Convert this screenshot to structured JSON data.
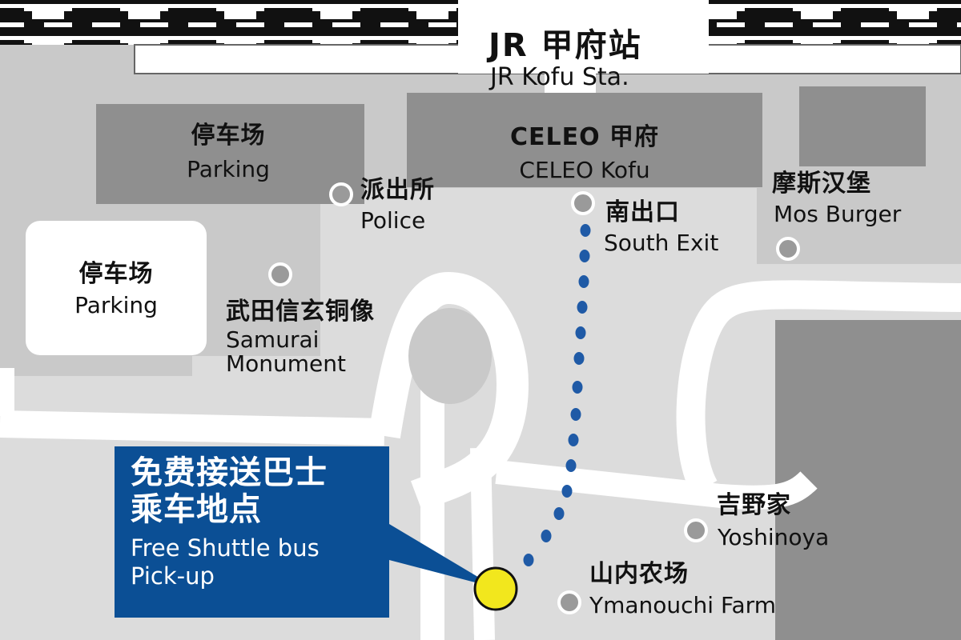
{
  "station": {
    "name_zh": "JR 甲府站",
    "name_en": "JR Kofu Sta."
  },
  "places": {
    "parking_top": {
      "zh": "停车场",
      "en": "Parking"
    },
    "celeo": {
      "zh": "CELEO 甲府",
      "en": "CELEO Kofu"
    },
    "police": {
      "zh": "派出所",
      "en": "Police"
    },
    "south_exit": {
      "zh": "南出口",
      "en": "South Exit"
    },
    "mos_burger": {
      "zh": "摩斯汉堡",
      "en": "Mos Burger"
    },
    "parking_left": {
      "zh": "停车场",
      "en": "Parking"
    },
    "samurai": {
      "zh": "武田信玄铜像",
      "en_line1": "Samurai",
      "en_line2": "Monument"
    },
    "yoshinoya": {
      "zh": "吉野家",
      "en": "Yoshinoya"
    },
    "farm": {
      "zh": "山内农场",
      "en": "Ymanouchi Farm"
    }
  },
  "pickup": {
    "zh_line1": "免费接送巴士",
    "zh_line2": "乘车地点",
    "en_line1": "Free Shuttle bus",
    "en_line2": "Pick-up"
  },
  "colors": {
    "route": "#1f5aa6",
    "callout": "#0b4f95",
    "pickup_marker": "#f2e71d",
    "building": "#8f8f8f",
    "road": "#ffffff",
    "ground": "#c9c9c9",
    "plaza": "#dcdcdc"
  },
  "icons": [
    "railway-track-icon",
    "poi-marker-icon",
    "pickup-point-icon",
    "walking-route-icon"
  ]
}
